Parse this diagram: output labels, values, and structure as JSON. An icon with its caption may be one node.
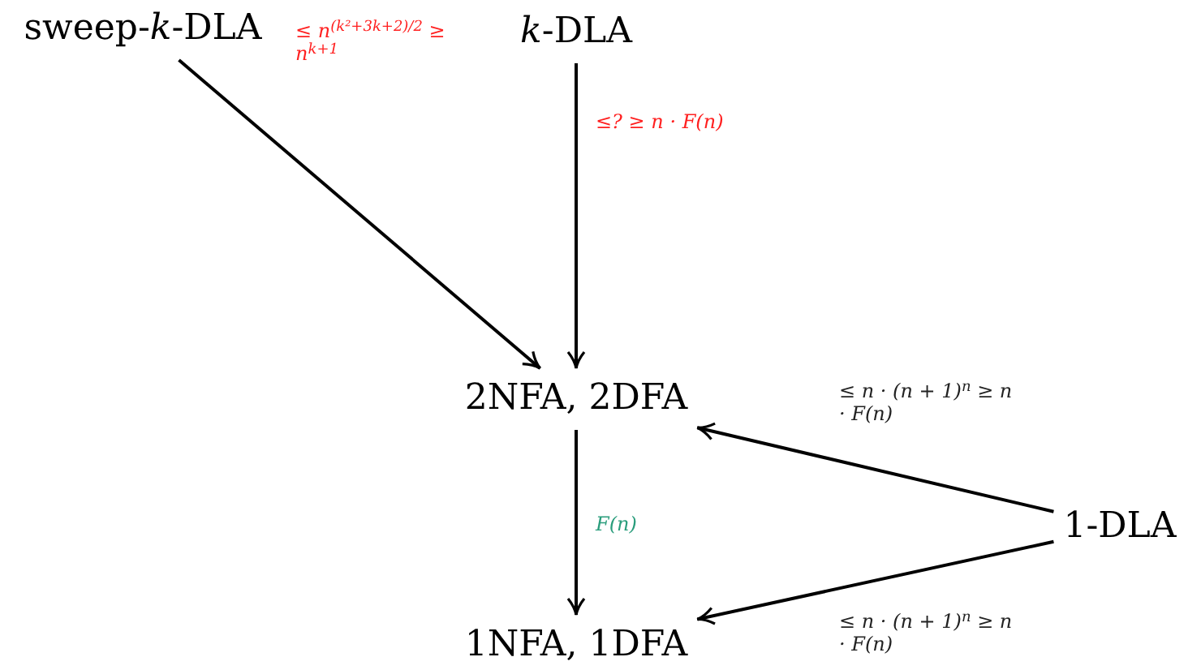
{
  "diagram": {
    "nodes": [
      {
        "text": [
          "sweep-*k*-DLA"
        ]
      },
      {
        "text": [
          "*k*-DLA"
        ]
      },
      {
        "text": [
          "2NFA, 2DFA"
        ]
      },
      {
        "text": [
          "1-DLA"
        ]
      },
      {
        "text": [
          "1NFA, 1DFA"
        ]
      }
    ],
    "edges": [
      {
        "from": 0,
        "to": 2,
        "arrow": "to",
        "label": "≤ n$^{(k²+3k+2)/2}$ ≥ n$^{k+1}$"
      },
      {
        "from": 1,
        "to": 2,
        "arrow": "to",
        "label": "≤? ≥ n · F(n)"
      },
      {
        "from": 2,
        "to": 4,
        "arrow": "to",
        "label": "F(n)"
      },
      {
        "from": 3,
        "to": 2,
        "arrow": "to",
        "label": "≤ n · (n + 1)$^{n}$ ≥ n · F(n)"
      },
      {
        "from": 3,
        "to": 4,
        "arrow": "to",
        "label": "≤ n · (n + 1)$^{n}$ ≥ n · F(n)"
      }
    ]
  }
}
